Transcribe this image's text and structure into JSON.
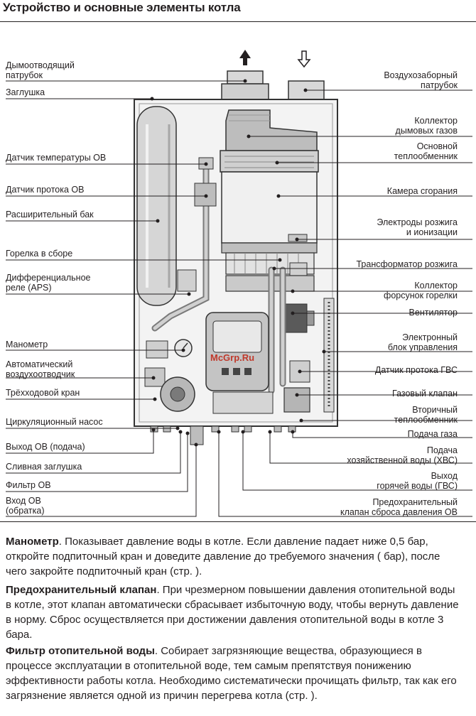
{
  "title": "Устройство и основные элементы котла",
  "watermark": "McGrp.Ru",
  "labels_left": [
    {
      "text": "Дымоотводящий\nпатрубок"
    },
    {
      "text": "Заглушка"
    },
    {
      "text": "Датчик температуры ОВ"
    },
    {
      "text": "Датчик протока ОВ"
    },
    {
      "text": "Расширительный бак"
    },
    {
      "text": "Горелка в сборе"
    },
    {
      "text": "Дифференциальное\nреле (APS)"
    },
    {
      "text": "Манометр"
    },
    {
      "text": "Автоматический\nвоздухоотводчик"
    },
    {
      "text": "Трёхходовой кран"
    },
    {
      "text": "Циркуляционный насос"
    },
    {
      "text": "Выход ОВ (подача)"
    },
    {
      "text": "Сливная заглушка"
    },
    {
      "text": "Фильтр ОВ"
    },
    {
      "text": "Вход ОВ\n(обратка)"
    }
  ],
  "labels_right": [
    {
      "text": "Воздухозаборный\nпатрубок"
    },
    {
      "text": "Коллектор\nдымовых газов"
    },
    {
      "text": "Основной\nтеплообменник"
    },
    {
      "text": "Камера сгорания"
    },
    {
      "text": "Электроды розжига\nи ионизации"
    },
    {
      "text": "Трансформатор розжига"
    },
    {
      "text": "Коллектор\nфорсунок горелки"
    },
    {
      "text": "Вентилятор"
    },
    {
      "text": "Электронный\nблок управления"
    },
    {
      "text": "Датчик протока ГВС"
    },
    {
      "text": "Газовый клапан"
    },
    {
      "text": "Вторичный\nтеплообменник"
    },
    {
      "text": "Подача газа"
    },
    {
      "text": "Подача\nхозяйственной воды (ХВС)"
    },
    {
      "text": "Выход\nгорячей воды (ГВС)"
    },
    {
      "text": "Предохранительный\nклапан сброса давления ОВ"
    }
  ],
  "sections": [
    {
      "head": "Манометр",
      "body": ". Показывает давление воды в котле. Если давление падает ниже 0,5 бар, откройте подпиточный кран и доведите давление до требуемого значения (            бар), после чего закройте подпиточный кран (стр.     )."
    },
    {
      "head": "Предохранительный клапан",
      "body": ". При чрезмерном повышении давления отопительной воды в котле, этот клапан автоматически сбрасывает избыточную воду, чтобы вернуть давление в норму. Сброс осуществляется при достижении давления отопительной воды в котле 3 бара."
    },
    {
      "head": "Фильтр отопительной воды",
      "body": ". Собирает загрязняющие вещества, образующиеся в процессе эксплуатации в отопительной воде, тем самым препятствуя понижению эффективности работы котла. Необходимо систематически прочищать фильтр, так как его загрязнение является одной из причин перегрева котла (стр.     )."
    }
  ]
}
